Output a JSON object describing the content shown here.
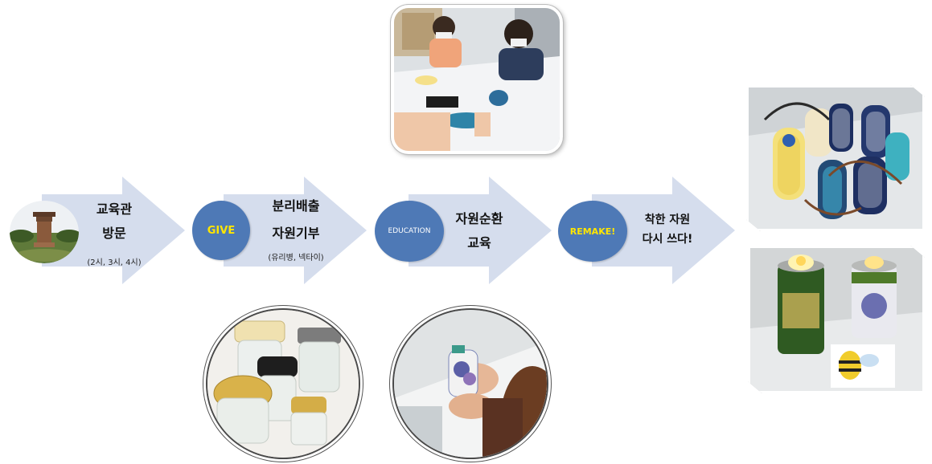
{
  "steps": [
    {
      "badge": "",
      "title_line1": "교육관",
      "title_line2": "방문",
      "subtitle": "(2시, 3시, 4시)"
    },
    {
      "badge": "GIVE",
      "title_line1": "분리배출",
      "title_line2": "자원기부",
      "subtitle": "(유리병, 넥타이)"
    },
    {
      "badge": "EDUCATION",
      "title_line1": "자원순환",
      "title_line2": "교육",
      "subtitle": ""
    },
    {
      "badge": "REMAKE!",
      "title_line1": "착한 자원",
      "title_line2": "다시 쓰다!",
      "subtitle": ""
    }
  ],
  "colors": {
    "arrow_fill": "#d5dded",
    "badge_fill": "#4e79b6",
    "badge_text": "#ffe600"
  },
  "photos": {
    "tower": "tower-photo",
    "people_weaving": "classroom-photo",
    "glass_jars": "glass-jars-photo",
    "painting_bottle": "painting-bottle-photo",
    "woven_bottle_bags": "woven-bags-photo",
    "can_lanterns": "can-lanterns-photo"
  }
}
